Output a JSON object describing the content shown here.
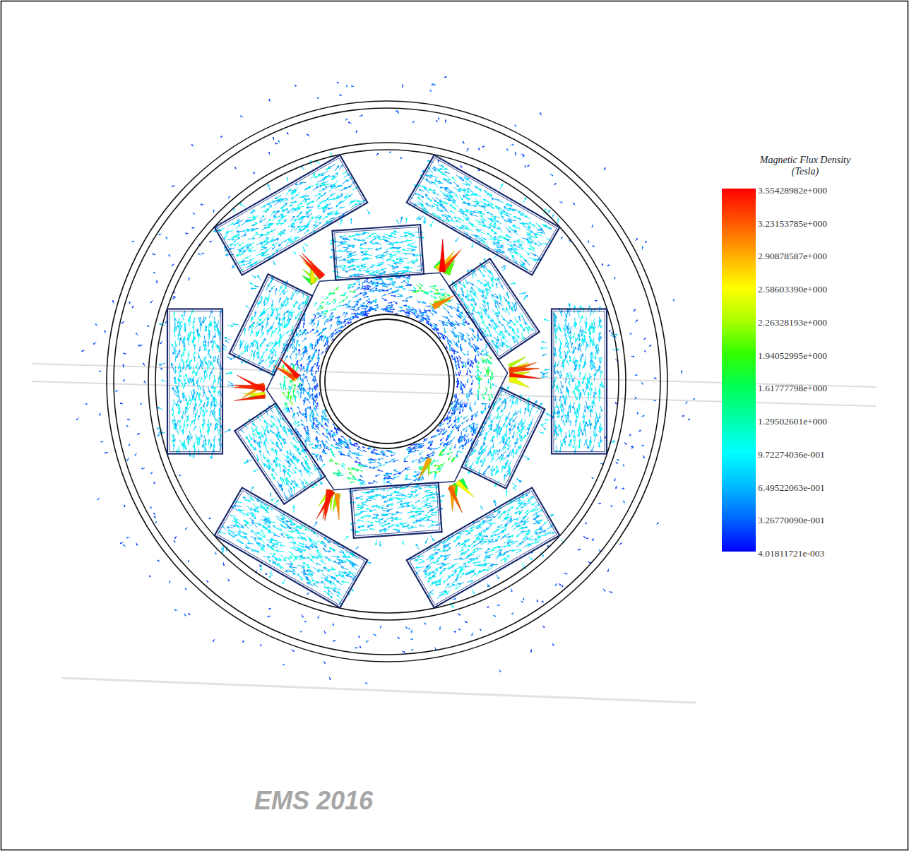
{
  "diagram": {
    "labels": [
      "Magnetic Flux Density (Tesla)",
      "EMS 2016"
    ],
    "legend": [
      {
        "text": "3.55428982e+000",
        "color": "#ff0000"
      },
      {
        "text": "3.23153785e+000",
        "color": "#ff5500"
      },
      {
        "text": "2.90878587e+000",
        "color": "#ffaa00"
      },
      {
        "text": "2.58603390e+000",
        "color": "#ffff00"
      },
      {
        "text": "2.26328193e+000",
        "color": "#aaff00"
      },
      {
        "text": "1.94052995e+000",
        "color": "#33ff00"
      },
      {
        "text": "1.61777798e+000",
        "color": "#00ff55"
      },
      {
        "text": "1.29502601e+000",
        "color": "#00ffaa"
      },
      {
        "text": "9.72274036e-001",
        "color": "#00ffff"
      },
      {
        "text": "6.49522063e-001",
        "color": "#00bbff"
      },
      {
        "text": "3.26770090e-001",
        "color": "#0066ff"
      },
      {
        "text": "4.01811721e-003",
        "color": "#0000ff"
      }
    ]
  }
}
